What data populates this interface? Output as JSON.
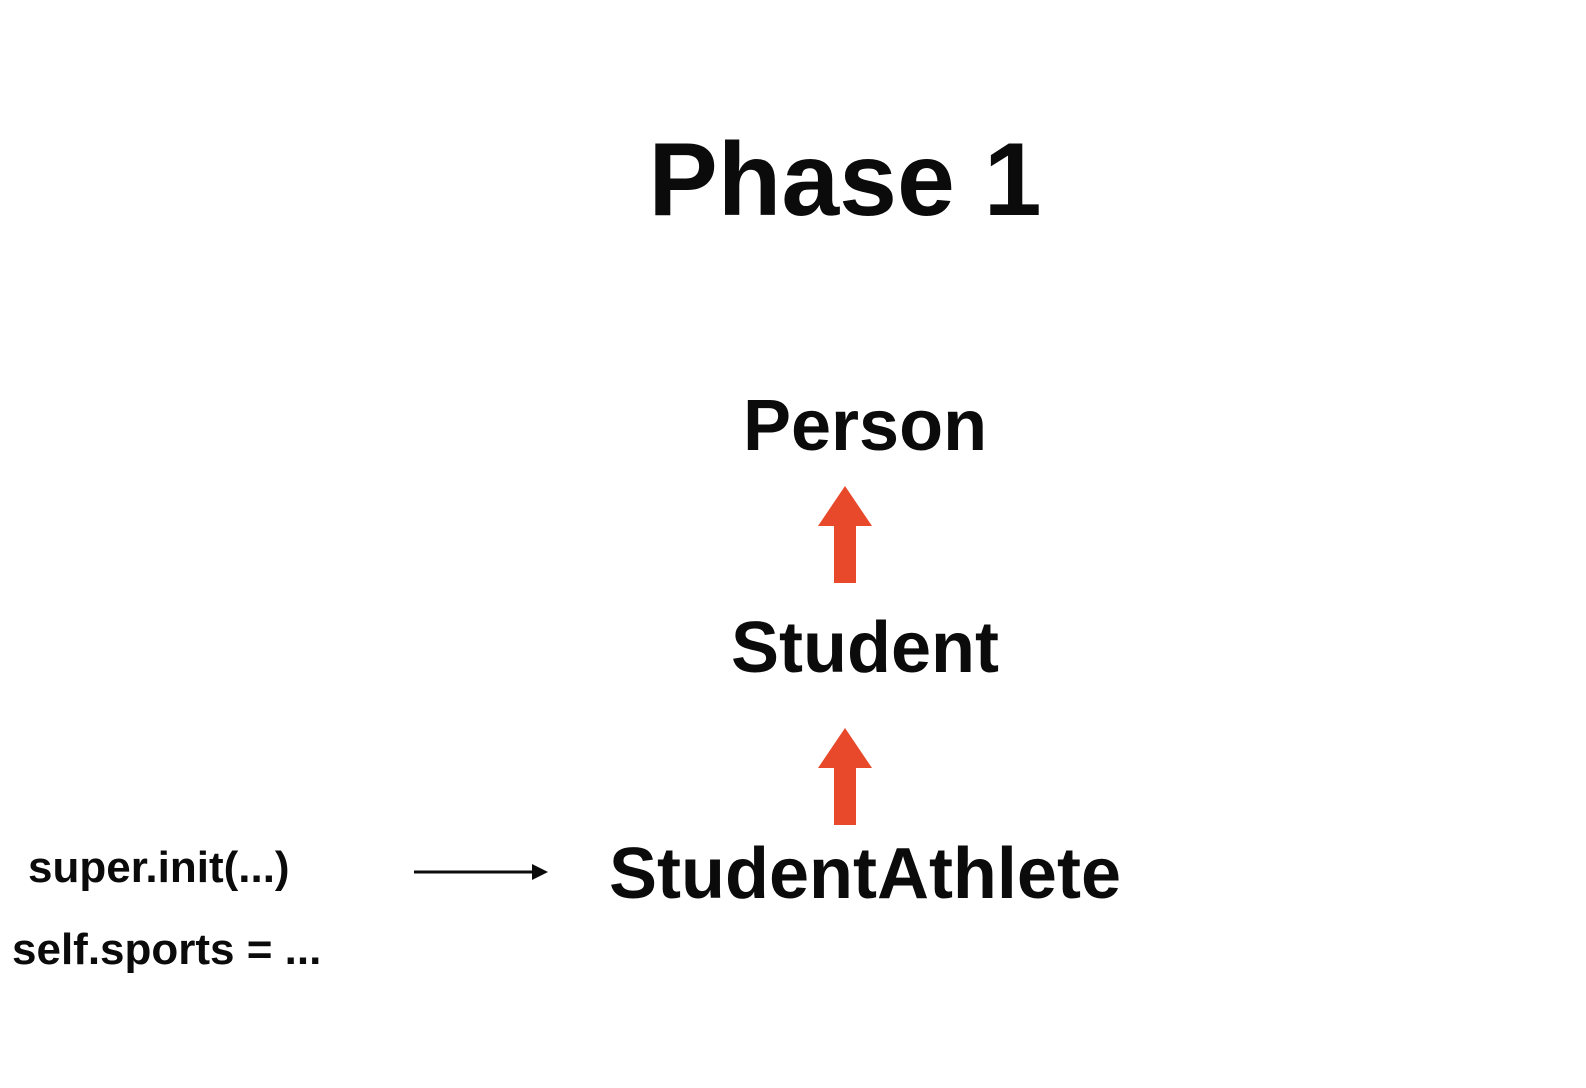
{
  "slide": {
    "title": "Phase 1",
    "hierarchy": {
      "top": "Person",
      "middle": "Student",
      "bottom": "StudentAthlete"
    },
    "code": {
      "line1": "super.init(...)",
      "line2": "self.sports = ..."
    },
    "colors": {
      "inheritance_arrow": "#e8492b",
      "text": "#0b0b0b",
      "background": "#ffffff"
    }
  }
}
